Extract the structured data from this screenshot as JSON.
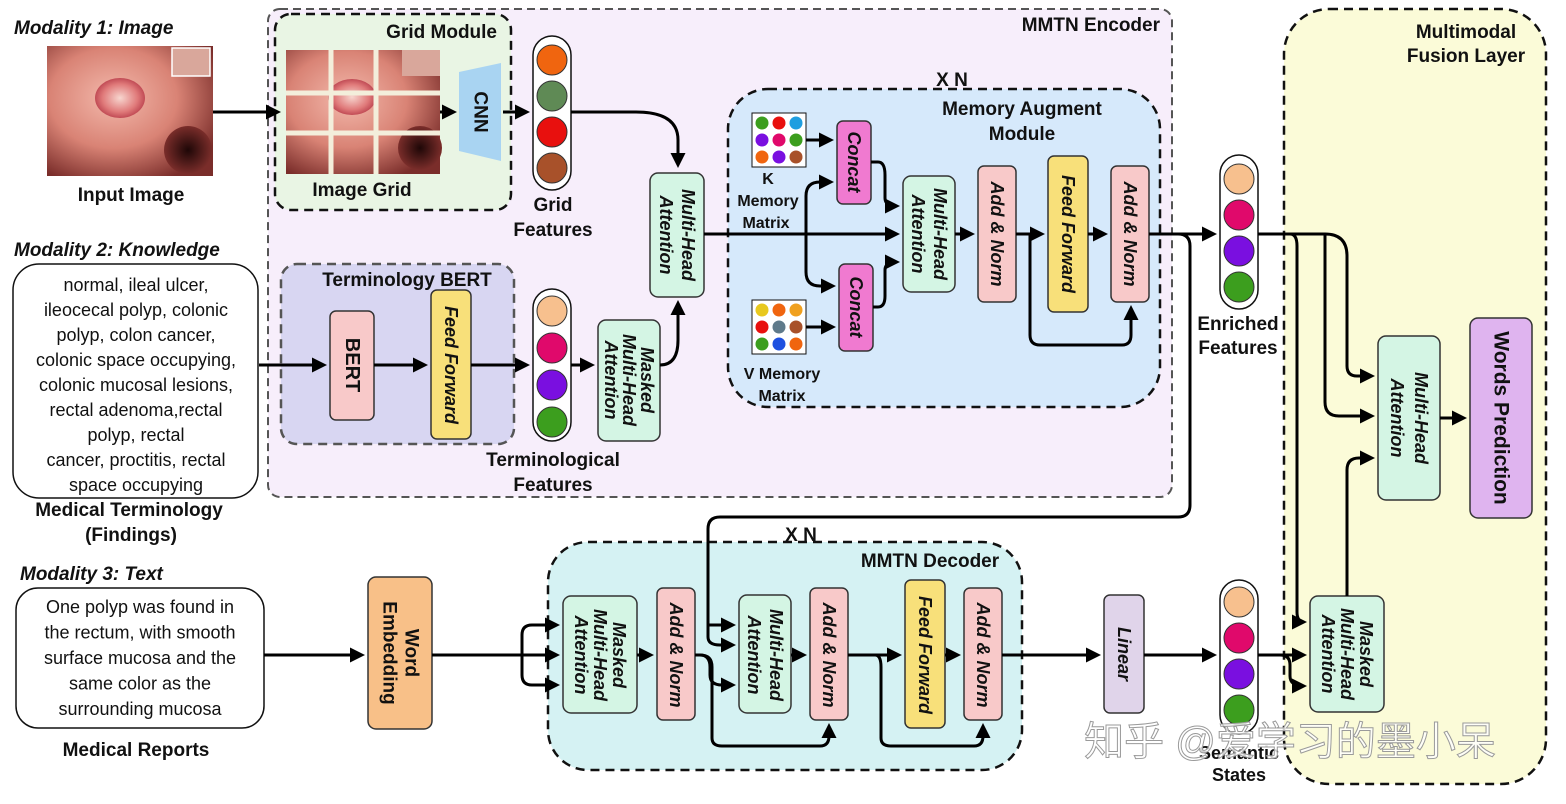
{
  "modalities": {
    "image": "Modality 1: Image",
    "knowledge": "Modality 2: Knowledge",
    "text": "Modality 3: Text"
  },
  "inputs": {
    "image_label": "Input Image",
    "terminology_lines": [
      "normal, ileal ulcer,",
      "ileocecal polyp, colonic",
      "polyp, colon cancer,",
      "colonic space occupying,",
      "colonic mucosal lesions,",
      "rectal adenoma,rectal",
      "polyp, rectal",
      "cancer, proctitis, rectal",
      "space occupying"
    ],
    "terminology_caption": [
      "Medical Terminology",
      "(Findings)"
    ],
    "report_lines": [
      "One polyp was found in",
      "the rectum, with smooth",
      "surface mucosa and the",
      "same color as the",
      "surrounding mucosa"
    ],
    "report_caption": "Medical Reports"
  },
  "encoder": {
    "title": "MMTN Encoder",
    "grid_module": "Grid Module",
    "image_grid": "Image Grid",
    "cnn": "CNN",
    "grid_features": [
      "Grid",
      "Features"
    ],
    "terminology_bert": "Terminology BERT",
    "bert": "BERT",
    "feed_forward": "Feed Forward",
    "terminological_features": [
      "Terminological",
      "Features"
    ],
    "masked_mha": [
      "Masked",
      "Multi-Head",
      "Attention"
    ],
    "mha": [
      "Multi-Head",
      "Attention"
    ],
    "repeat": "X N",
    "memory_module": [
      "Memory Augment",
      "Module"
    ],
    "k_memory": [
      "K",
      "Memory",
      "Matrix"
    ],
    "v_memory": [
      "V Memory",
      "Matrix"
    ],
    "concat": "Concat",
    "add_norm": "Add & Norm"
  },
  "enriched_features": [
    "Enriched",
    "Features"
  ],
  "decoder": {
    "title": "MMTN Decoder",
    "repeat": "X N",
    "word_embedding": [
      "Word",
      "Embedding"
    ],
    "masked_mha": [
      "Masked",
      "Multi-Head",
      "Attention"
    ],
    "add_norm": "Add & Norm",
    "mha": [
      "Multi-Head",
      "Attention"
    ],
    "feed_forward": "Feed Forward",
    "linear": "Linear",
    "states": [
      "Semantic",
      "States"
    ]
  },
  "fusion": {
    "title": [
      "Multimodal",
      "Fusion Layer"
    ],
    "mha": [
      "Multi-Head",
      "Attention"
    ],
    "masked_mha": [
      "Masked",
      "Multi-Head",
      "Attention"
    ],
    "words_prediction": "Words Prediction"
  },
  "watermark": "知乎 @爱学习的墨小呆",
  "colors": {
    "grid_feature_dots": [
      "#f0650f",
      "#5f8a55",
      "#e8100e",
      "#a8512a"
    ],
    "term_feature_dots": [
      "#f7c08e",
      "#e0096b",
      "#7a0fe0",
      "#3c9e1e"
    ],
    "k_matrix": [
      "#3c9e1e",
      "#e8100e",
      "#1e9ee0",
      "#7a0fe0",
      "#e0096b",
      "#3c9e1e",
      "#f0650f",
      "#7a0fe0",
      "#a8512a"
    ],
    "v_matrix": [
      "#e8c81e",
      "#f0650f",
      "#f0a01e",
      "#e8100e",
      "#5f7a8a",
      "#a8512a",
      "#3c9e1e",
      "#1e50e0",
      "#f0650f"
    ],
    "encoder_bg": "#f7eefb",
    "memory_bg": "#d6e9fb",
    "decoder_bg": "#d5f2f3",
    "fusion_bg": "#fbfbd8",
    "grid_module_bg": "#e9f5e4",
    "bert_module_bg": "#d8d6f2",
    "mha_fill": "#d4f5e4",
    "addnorm_fill": "#f8c9c9",
    "ff_fill": "#f8e07a",
    "concat_fill": "#f07ad0",
    "embedding_fill": "#f8c088",
    "linear_fill": "#e0d4ea",
    "words_fill": "#dfb4ef"
  }
}
